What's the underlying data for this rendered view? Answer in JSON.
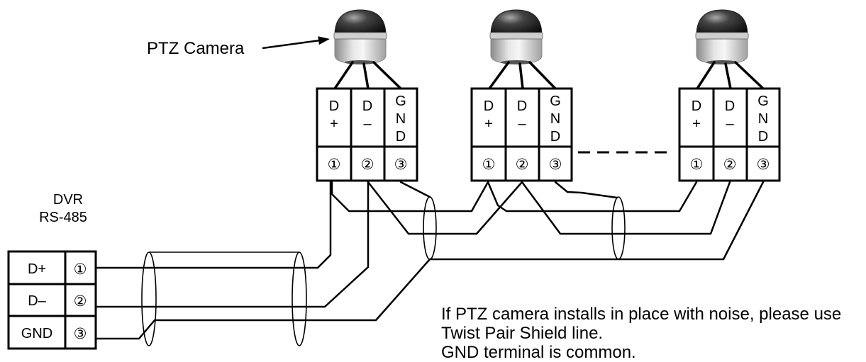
{
  "diagram": {
    "callout": "PTZ Camera",
    "blocks": [
      {
        "d_plus": [
          "D",
          "+"
        ],
        "d_minus": [
          "D",
          "–"
        ],
        "gnd": [
          "G",
          "N",
          "D"
        ],
        "terminals": [
          "①",
          "②",
          "③"
        ]
      },
      {
        "d_plus": [
          "D",
          "+"
        ],
        "d_minus": [
          "D",
          "–"
        ],
        "gnd": [
          "G",
          "N",
          "D"
        ],
        "terminals": [
          "①",
          "②",
          "③"
        ]
      },
      {
        "d_plus": [
          "D",
          "+"
        ],
        "d_minus": [
          "D",
          "–"
        ],
        "gnd": [
          "G",
          "N",
          "D"
        ],
        "terminals": [
          "①",
          "②",
          "③"
        ]
      }
    ],
    "dvr": {
      "title": "DVR",
      "subtitle": "RS-485",
      "rows": [
        {
          "label": "D+",
          "terminal": "①"
        },
        {
          "label": "D–",
          "terminal": "②"
        },
        {
          "label": "GND",
          "terminal": "③"
        }
      ]
    },
    "note": [
      "If PTZ camera installs in place with noise, please use",
      "Twist Pair Shield line.",
      "GND terminal is common."
    ],
    "colors": {
      "line": "#000000",
      "background": "#ffffff",
      "dome": "#222222",
      "housing": "#e6e6e6"
    }
  }
}
